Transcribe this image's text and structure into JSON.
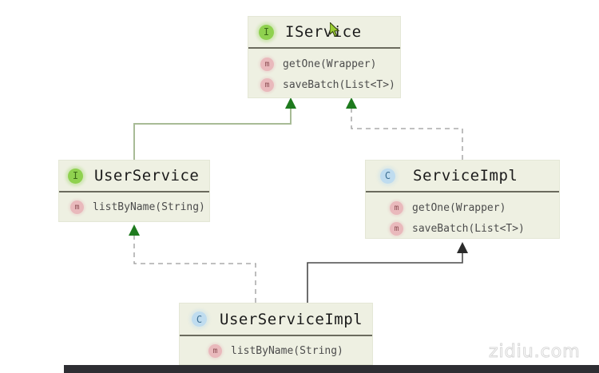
{
  "diagram": {
    "type": "uml-class-diagram",
    "background_color": "#ffffff",
    "box_fill_color": "#eef0e2",
    "interface_icon_color": "#8fd14f",
    "class_icon_color": "#bfdcef",
    "method_icon_color": "#e9b9bc",
    "solid_edge_color": "#a8bb96",
    "dashed_edge_color": "#9a9a9a",
    "arrow_green_color": "#1e7a1e",
    "arrow_dark_color": "#2b2b2b"
  },
  "classes": [
    {
      "id": "iservice",
      "name": "IService",
      "stereotype": "interface",
      "icon": "interface-icon",
      "icon_letter": "I",
      "members": [
        {
          "icon": "method-icon",
          "icon_letter": "m",
          "label": "getOne(Wrapper)"
        },
        {
          "icon": "method-icon",
          "icon_letter": "m",
          "label": "saveBatch(List<T>)"
        }
      ]
    },
    {
      "id": "userservice",
      "name": "UserService",
      "stereotype": "interface",
      "icon": "interface-icon",
      "icon_letter": "I",
      "members": [
        {
          "icon": "method-icon",
          "icon_letter": "m",
          "label": "listByName(String)"
        }
      ]
    },
    {
      "id": "serviceimpl",
      "name": "ServiceImpl",
      "stereotype": "class",
      "icon": "class-icon",
      "icon_letter": "C",
      "members": [
        {
          "icon": "method-icon",
          "icon_letter": "m",
          "label": "getOne(Wrapper)"
        },
        {
          "icon": "method-icon",
          "icon_letter": "m",
          "label": "saveBatch(List<T>)"
        }
      ]
    },
    {
      "id": "userserviceimpl",
      "name": "UserServiceImpl",
      "stereotype": "class",
      "icon": "class-icon",
      "icon_letter": "C",
      "members": [
        {
          "icon": "method-icon",
          "icon_letter": "m",
          "label": "listByName(String)"
        }
      ]
    }
  ],
  "relations": [
    {
      "from": "userservice",
      "to": "iservice",
      "style": "solid",
      "arrow": "generalization"
    },
    {
      "from": "serviceimpl",
      "to": "iservice",
      "style": "dashed",
      "arrow": "realization"
    },
    {
      "from": "userserviceimpl",
      "to": "userservice",
      "style": "dashed",
      "arrow": "realization"
    },
    {
      "from": "userserviceimpl",
      "to": "serviceimpl",
      "style": "solid",
      "arrow": "generalization"
    }
  ],
  "watermark": {
    "text": "zidiu.com"
  },
  "cursor": {
    "icon": "mouse-pointer-icon"
  }
}
